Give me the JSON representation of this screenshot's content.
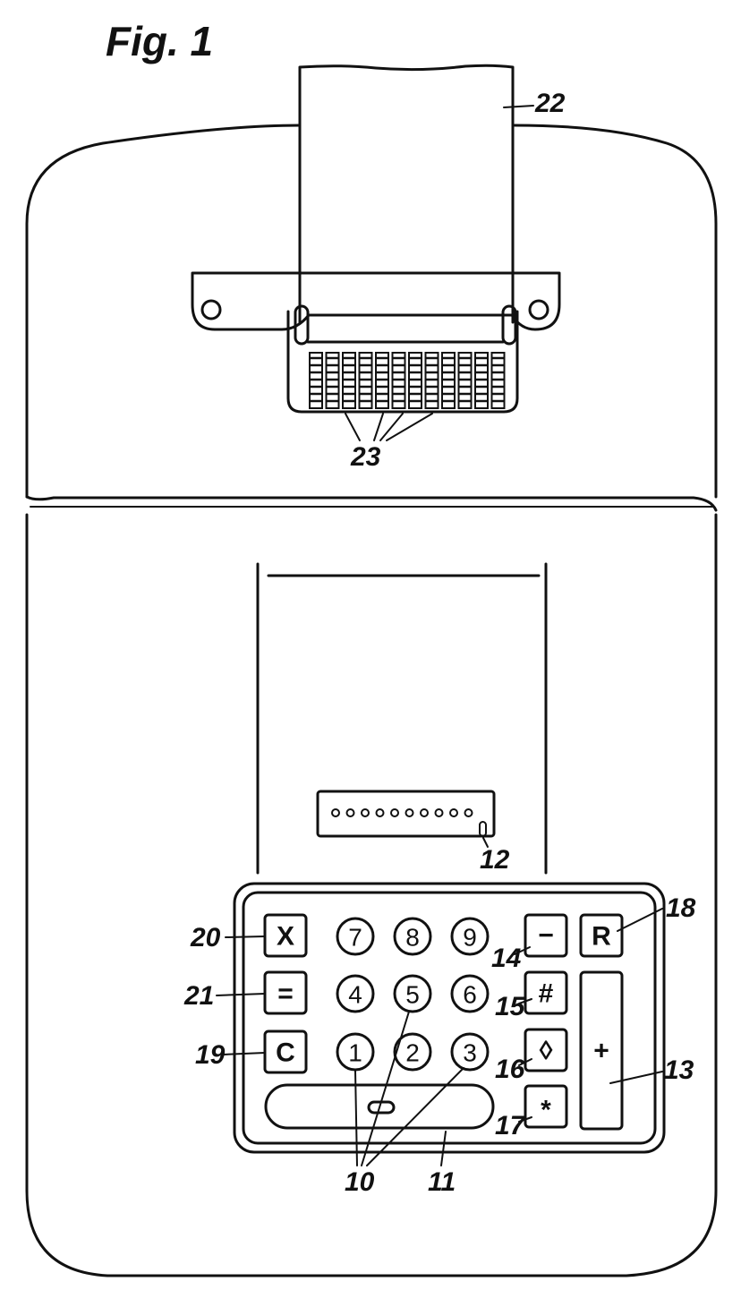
{
  "figure": {
    "title": "Fig. 1"
  },
  "keys": {
    "multiply": "X",
    "equals": "=",
    "clear": "C",
    "n7": "7",
    "n8": "8",
    "n9": "9",
    "n4": "4",
    "n5": "5",
    "n6": "6",
    "n1": "1",
    "n2": "2",
    "n3": "3",
    "minus": "−",
    "repeat": "R",
    "hash": "#",
    "diamond": "◊",
    "star": "*",
    "plus": "+"
  },
  "labels": {
    "paper_strip": "22",
    "print_wheels": "23",
    "indicator_lamps": "12",
    "key_multiply": "20",
    "key_equals": "21",
    "key_clear": "19",
    "number_keys": "10",
    "zero_bar": "11",
    "key_minus": "14",
    "key_hash": "15",
    "key_diamond": "16",
    "key_star": "17",
    "key_repeat": "18",
    "key_plus": "13"
  }
}
